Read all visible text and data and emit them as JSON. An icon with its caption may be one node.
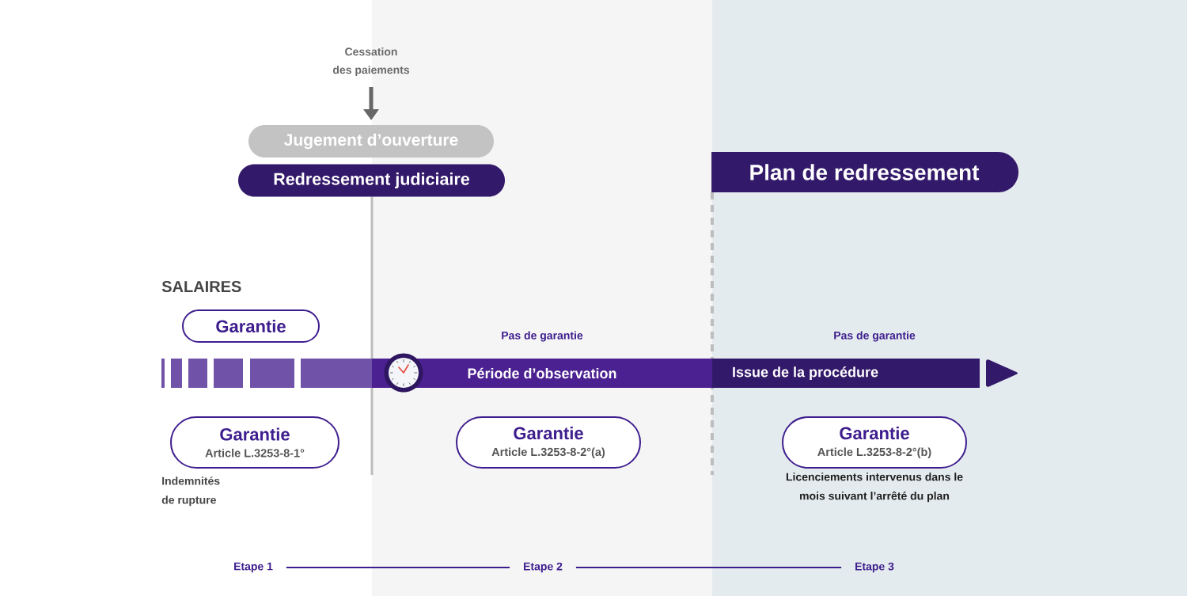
{
  "diagram": {
    "nodes": [
      {
        "text": [
          "Cessation des paiements"
        ]
      },
      {
        "text": [
          "Jugement d’ouverture"
        ]
      },
      {
        "text": [
          "Redressement judiciaire"
        ]
      },
      {
        "text": [
          "Plan de redressement"
        ]
      },
      {
        "text": [
          "Garantie"
        ]
      },
      {
        "text": [
          "Période d’observation"
        ]
      },
      {
        "text": [
          "Issue de la procédure"
        ]
      },
      {
        "text": [
          "Garantie",
          "Article L.3253-8-1°"
        ],
        "beside": [
          "Indemnités de rupture"
        ]
      },
      {
        "text": [
          "Garantie",
          "Article L.3253-8-2°(a)"
        ]
      },
      {
        "text": [
          "Garantie",
          "Article L.3253-8-2°(b)"
        ],
        "beside": [
          "Licenciements intervenus dans le mois suivant l’arrêté du plan"
        ]
      },
      {
        "text": [
          "Etape 1"
        ]
      },
      {
        "text": [
          "Etape 2"
        ]
      },
      {
        "text": [
          "Etape 3"
        ]
      }
    ],
    "edges": [
      {
        "from": 0,
        "to": 1,
        "arrow": "to",
        "style": "thick",
        "color": "#666666"
      },
      {
        "from": 10,
        "to": 11,
        "arrow": "none"
      },
      {
        "from": 11,
        "to": 12,
        "arrow": "none"
      }
    ],
    "labels": [
      "SALAIRES",
      "Pas de garantie",
      "Pas de garantie"
    ]
  }
}
